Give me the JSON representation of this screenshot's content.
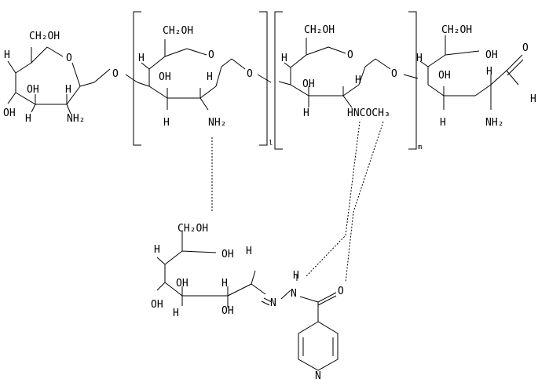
{
  "labels": {
    "oh": "OH",
    "ch2oh": "CH₂OH",
    "h": "H",
    "o": "O",
    "n": "N",
    "nh2": "NH₂",
    "hncoch3": "HNCOCH₃",
    "sub_l": "l",
    "sub_m": "m"
  }
}
